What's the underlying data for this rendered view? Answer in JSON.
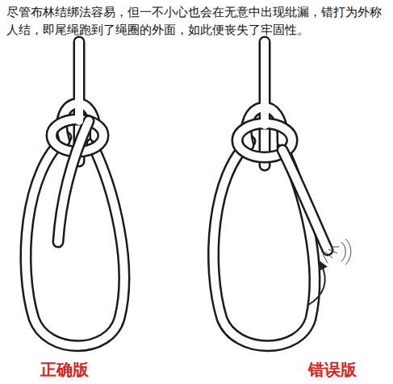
{
  "diagram": {
    "labels": [
      "尽管布林结绑法容易，但一不小心也会在无意中出现纰漏，错打为外称人结，即尾绳跑到了绳圈的外面，如此便丧失了牢固性。",
      "正确版",
      "错误版"
    ]
  }
}
